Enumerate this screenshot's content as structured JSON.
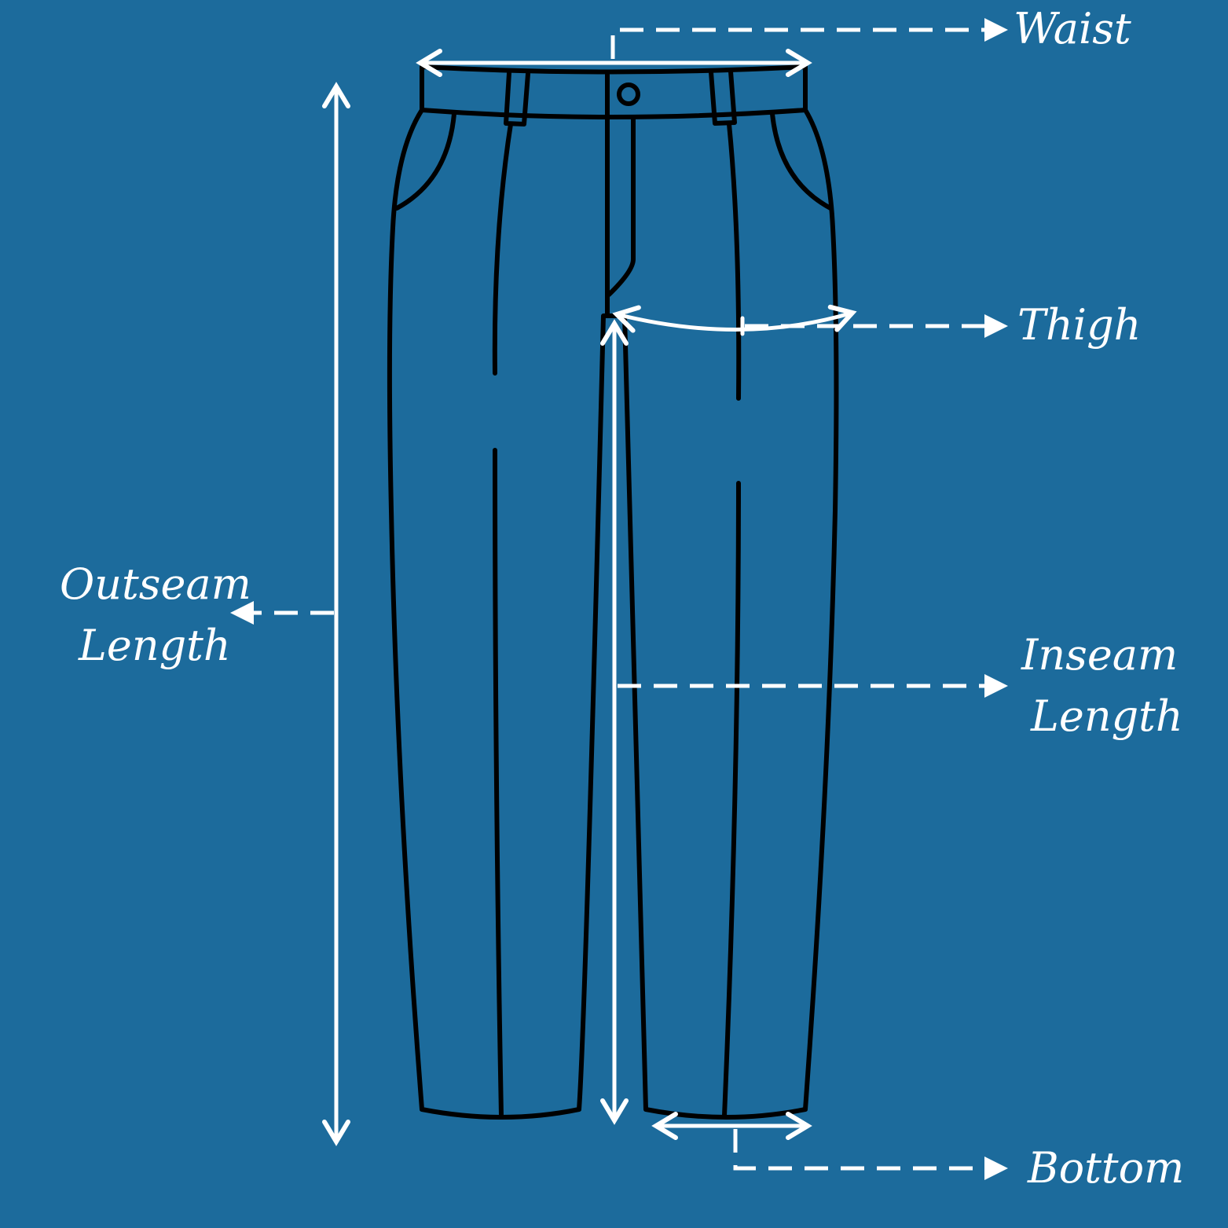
{
  "background_color": "#1c6b9c",
  "labels": {
    "waist": "Waist",
    "thigh": "Thigh",
    "outseam_line1": "Outseam",
    "outseam_line2": "Length",
    "inseam_line1": "Inseam",
    "inseam_line2": "Length",
    "bottom": "Bottom"
  }
}
